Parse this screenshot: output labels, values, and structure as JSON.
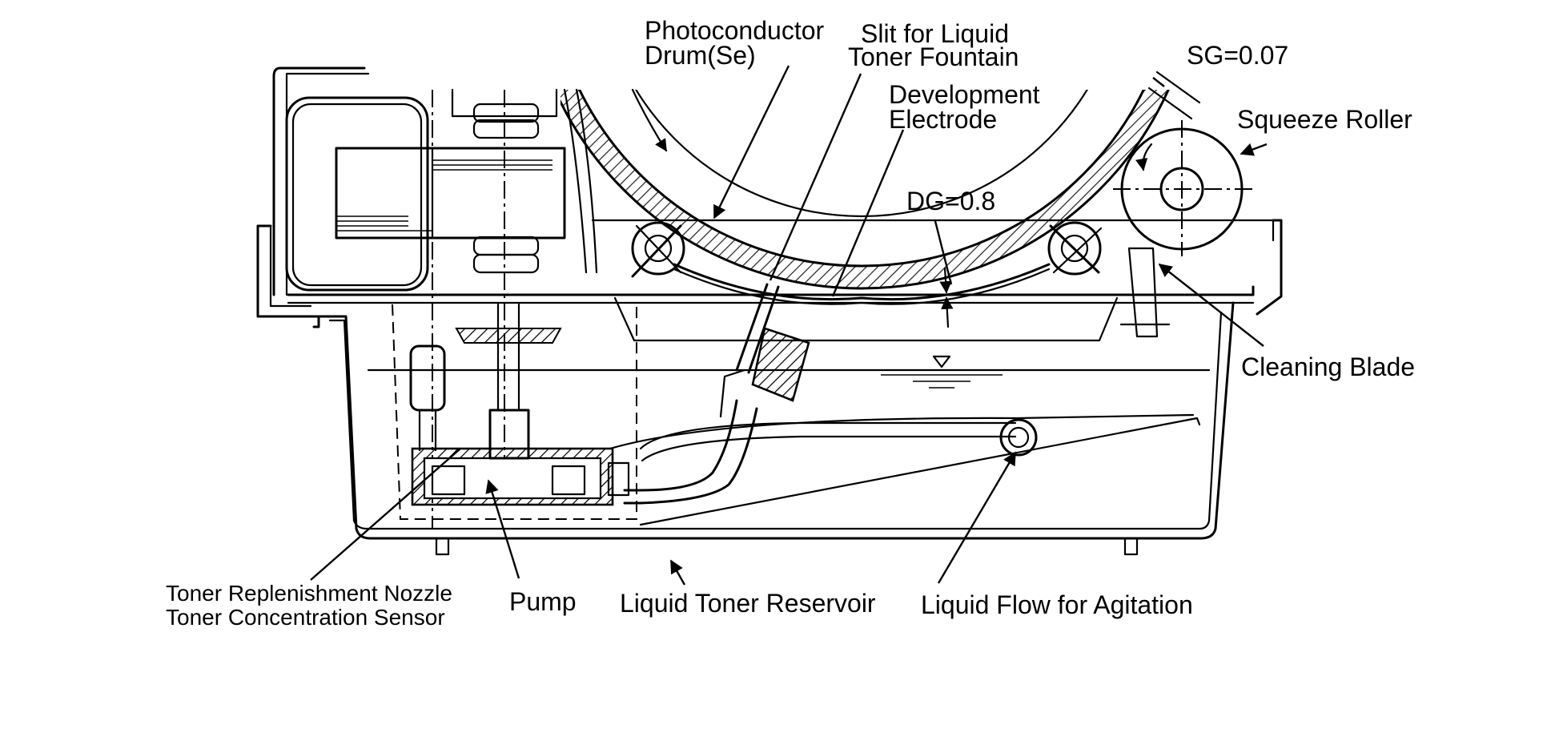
{
  "diagram": {
    "labels": {
      "photoconductor_line1": "Photoconductor",
      "photoconductor_line2": "Drum(Se)",
      "slit_line1": "Slit for Liquid",
      "slit_line2": "Toner Fountain",
      "electrode_line1": "Development",
      "electrode_line2": "Electrode",
      "sg": "SG=0.07",
      "squeeze_roller": "Squeeze Roller",
      "dg": "DG=0.8",
      "cleaning_blade": "Cleaning Blade",
      "nozzle": "Toner Replenishment Nozzle",
      "sensor": "Toner Concentration Sensor",
      "pump": "Pump",
      "reservoir": "Liquid Toner Reservoir",
      "agitation": "Liquid Flow for Agitation"
    }
  }
}
